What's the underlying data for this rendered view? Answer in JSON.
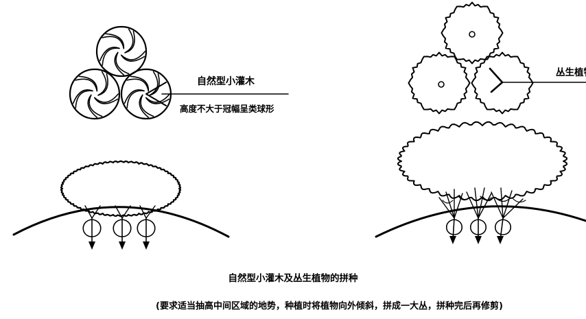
{
  "labels": {
    "natural_shrub": "自然型小灌木",
    "natural_shrub_note": "高度不大于冠幅呈类球形",
    "clump_plant": "丛生植物"
  },
  "caption": {
    "title": "自然型小灌木及丛生植物的拼种",
    "note": "(要求适当抽高中间区域的地势，种植时将植物向外倾斜，拼成一大丛，拼种完后再修剪)"
  }
}
